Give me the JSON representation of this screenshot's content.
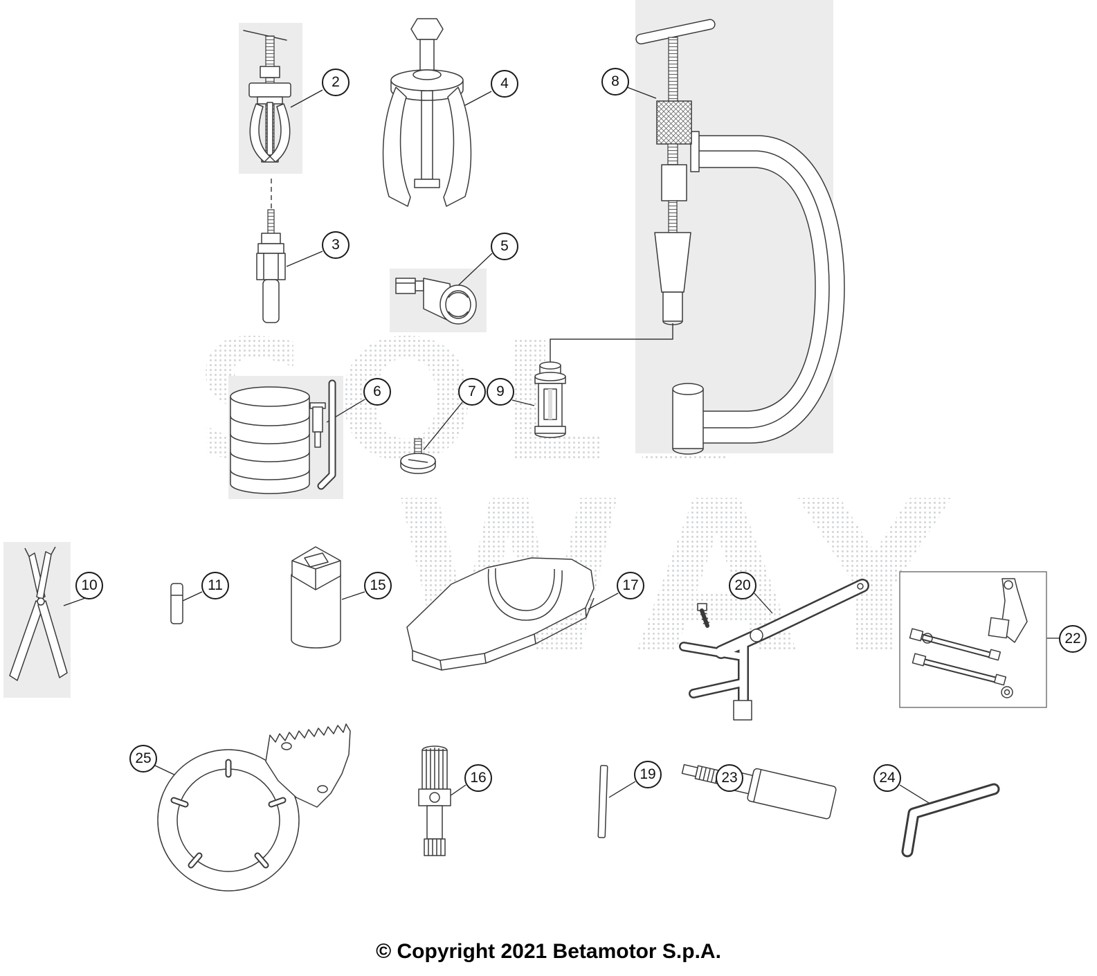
{
  "diagram": {
    "copyright": "© Copyright 2021 Betamotor S.p.A.",
    "watermark": {
      "line1": "SOLE",
      "line2": "WAY"
    },
    "colors": {
      "line": "#3a3a3a",
      "backing": "#ececec"
    },
    "callouts": [
      {
        "label": "2",
        "tool": "three-jaw-bearing-puller"
      },
      {
        "label": "3",
        "tool": "internal-bearing-extractor"
      },
      {
        "label": "4",
        "tool": "two-arm-puller"
      },
      {
        "label": "5",
        "tool": "socket-adapter"
      },
      {
        "label": "6",
        "tool": "disc-stack-with-hex-key"
      },
      {
        "label": "7",
        "tool": "slotted-thumb-screw"
      },
      {
        "label": "8",
        "tool": "c-frame-press-tool"
      },
      {
        "label": "9",
        "tool": "guide-sleeve"
      },
      {
        "label": "10",
        "tool": "circlip-pliers"
      },
      {
        "label": "11",
        "tool": "dowel-pin"
      },
      {
        "label": "15",
        "tool": "hex-socket"
      },
      {
        "label": "16",
        "tool": "splined-shaft-tool"
      },
      {
        "label": "17",
        "tool": "crescent-support-plate"
      },
      {
        "label": "19",
        "tool": "pin-punch"
      },
      {
        "label": "20",
        "tool": "holding-lever-tool"
      },
      {
        "label": "22",
        "tool": "stud-and-bracket-kit"
      },
      {
        "label": "23",
        "tool": "bushing-driver"
      },
      {
        "label": "24",
        "tool": "hex-key"
      },
      {
        "label": "25",
        "tool": "ring-nut-wrench"
      }
    ]
  }
}
